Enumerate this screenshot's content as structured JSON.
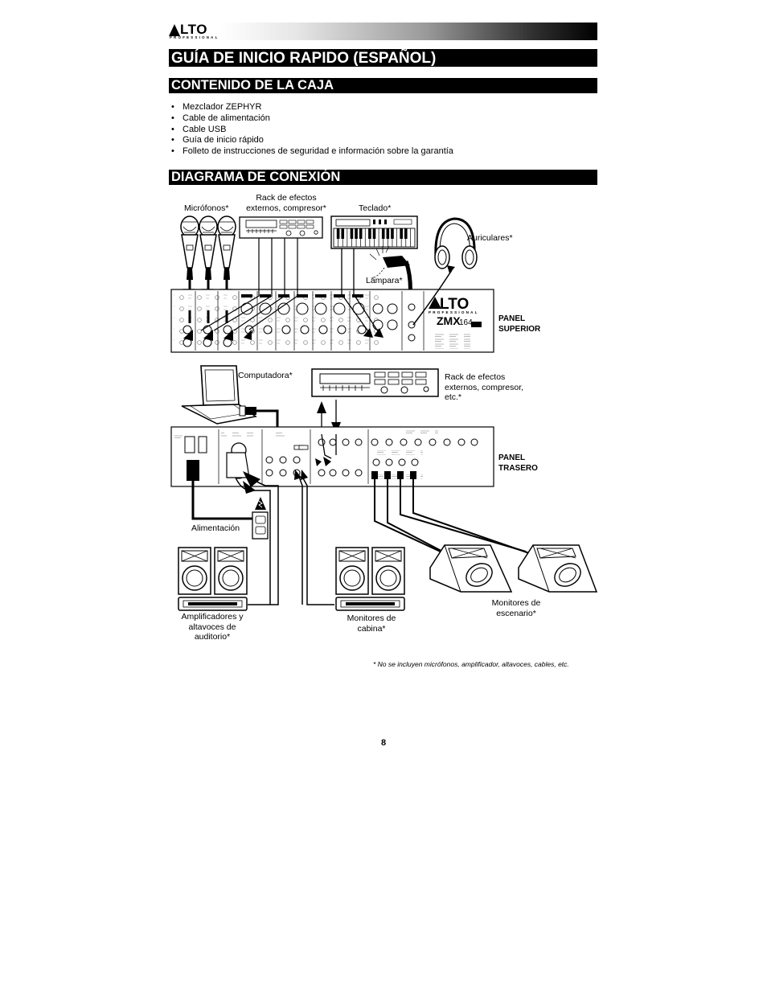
{
  "header": {
    "logo_text": "LTO",
    "logo_sub": "PROFESSIONAL"
  },
  "title": "GUÍA DE INICIO RAPIDO (ESPAÑOL)",
  "sections": {
    "box_contents": {
      "heading": "CONTENIDO DE LA CAJA",
      "items": [
        "Mezclador ZEPHYR",
        "Cable de alimentación",
        "Cable USB",
        "Guía de inicio rápido",
        "Folleto de instrucciones de seguridad e información sobre la garantía"
      ]
    },
    "connection_diagram": {
      "heading": "DIAGRAMA DE CONEXIÓN",
      "labels": {
        "microphones": "Micrófonos*",
        "rack_top_1": "Rack de efectos",
        "rack_top_2": "externos, compresor*",
        "keyboard": "Teclado*",
        "headphones": "Auriculares*",
        "lamp": "Lámpara*",
        "top_panel_1": "PANEL",
        "top_panel_2": "SUPERIOR",
        "computer": "Computadora*",
        "rack_rear_1": "Rack de efectos",
        "rack_rear_2": "externos, compresor,",
        "rack_rear_3": "etc.*",
        "rear_panel_1": "PANEL",
        "rear_panel_2": "TRASERO",
        "power": "Alimentación",
        "amps_1": "Amplificadores y",
        "amps_2": "altavoces de",
        "amps_3": "auditorio*",
        "booth_1": "Monitores de",
        "booth_2": "cabina*",
        "stage_1": "Monitores de",
        "stage_2": "escenario*"
      },
      "mixer_brand": "LTO",
      "mixer_brand_sub": "PROFESSIONAL",
      "mixer_model": "ZMX",
      "mixer_model_num": "164",
      "footnote": "* No se incluyen micrófonos, amplificador, altavoces, cables, etc."
    }
  },
  "page_number": "8"
}
